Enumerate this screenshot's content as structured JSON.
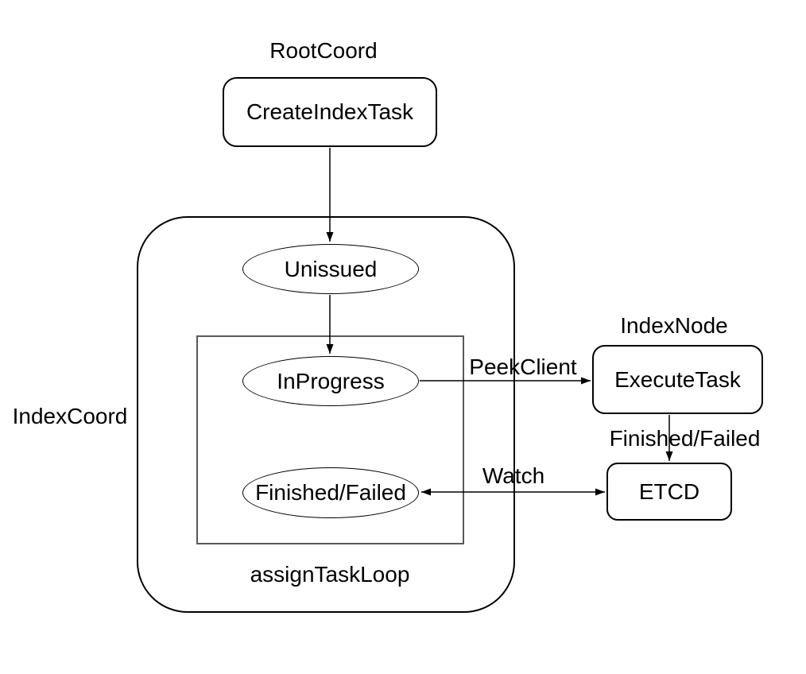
{
  "diagram": {
    "background": "#ffffff",
    "stroke_color": "#000000",
    "loop_box_stroke": "#595959",
    "groups": {
      "root_coord": {
        "label": "RootCoord"
      },
      "index_coord": {
        "label": "IndexCoord"
      },
      "index_node": {
        "label": "IndexNode"
      },
      "assign_task_loop": {
        "label": "assignTaskLoop"
      }
    },
    "nodes": {
      "create_index_task": {
        "label": "CreateIndexTask",
        "shape": "rounded-rect"
      },
      "unissued": {
        "label": "Unissued",
        "shape": "ellipse"
      },
      "in_progress": {
        "label": "InProgress",
        "shape": "ellipse"
      },
      "finished_failed": {
        "label": "Finished/Failed",
        "shape": "ellipse"
      },
      "execute_task": {
        "label": "ExecuteTask",
        "shape": "rounded-rect"
      },
      "etcd": {
        "label": "ETCD",
        "shape": "rounded-rect"
      }
    },
    "edges": [
      {
        "from": "create_index_task",
        "to": "unissued",
        "label": "",
        "bidirectional": false
      },
      {
        "from": "unissued",
        "to": "in_progress",
        "label": "",
        "bidirectional": false
      },
      {
        "from": "in_progress",
        "to": "execute_task",
        "label": "PeekClient",
        "bidirectional": false
      },
      {
        "from": "execute_task",
        "to": "etcd",
        "label": "Finished/Failed",
        "bidirectional": false
      },
      {
        "from": "etcd",
        "to": "finished_failed",
        "label": "Watch",
        "bidirectional": true
      }
    ]
  }
}
